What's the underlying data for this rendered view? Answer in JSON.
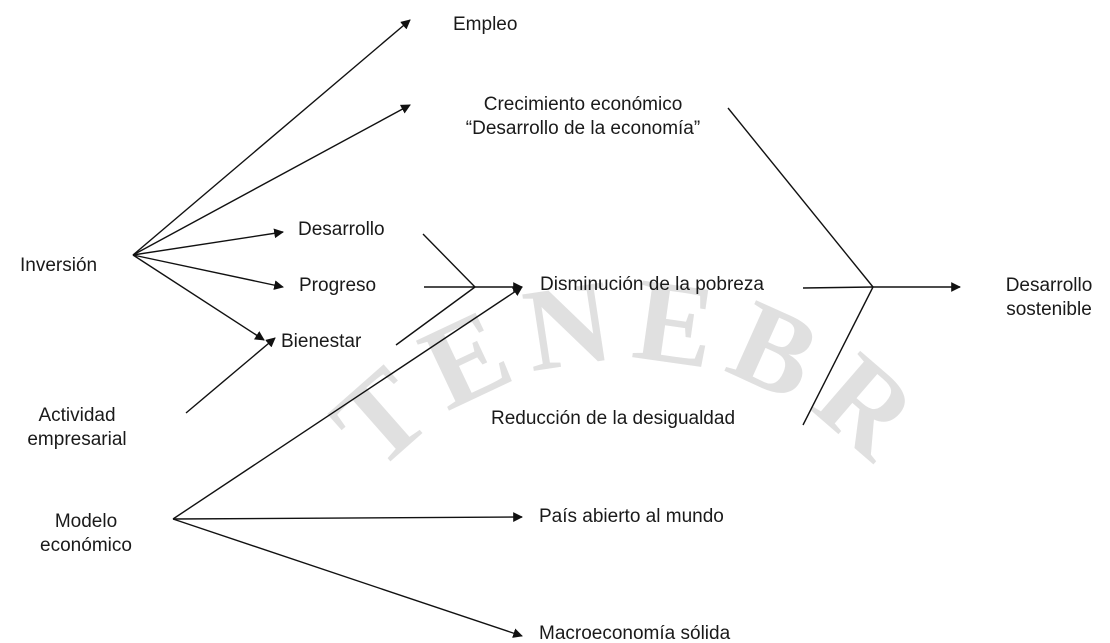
{
  "diagram": {
    "nodes": {
      "empleo": "Empleo",
      "crecimiento": [
        "Crecimiento económico",
        "“Desarrollo de la economía”"
      ],
      "desarrollo": "Desarrollo",
      "progreso": "Progreso",
      "bienestar": "Bienestar",
      "inversion": "Inversión",
      "actividad": [
        "Actividad",
        "empresarial"
      ],
      "modelo": [
        "Modelo",
        "económico"
      ],
      "disminucion": "Disminución de la pobreza",
      "reduccion": "Reducción de la desigualdad",
      "pais": "País abierto al mundo",
      "macro": "Macroeconomía sólida",
      "sostenible": [
        "Desarrollo",
        "sostenible"
      ]
    },
    "watermark": "TENEBR",
    "colors": {
      "line": "#111111",
      "text": "#1a1a1a",
      "watermark": "#d6d6d6"
    }
  }
}
